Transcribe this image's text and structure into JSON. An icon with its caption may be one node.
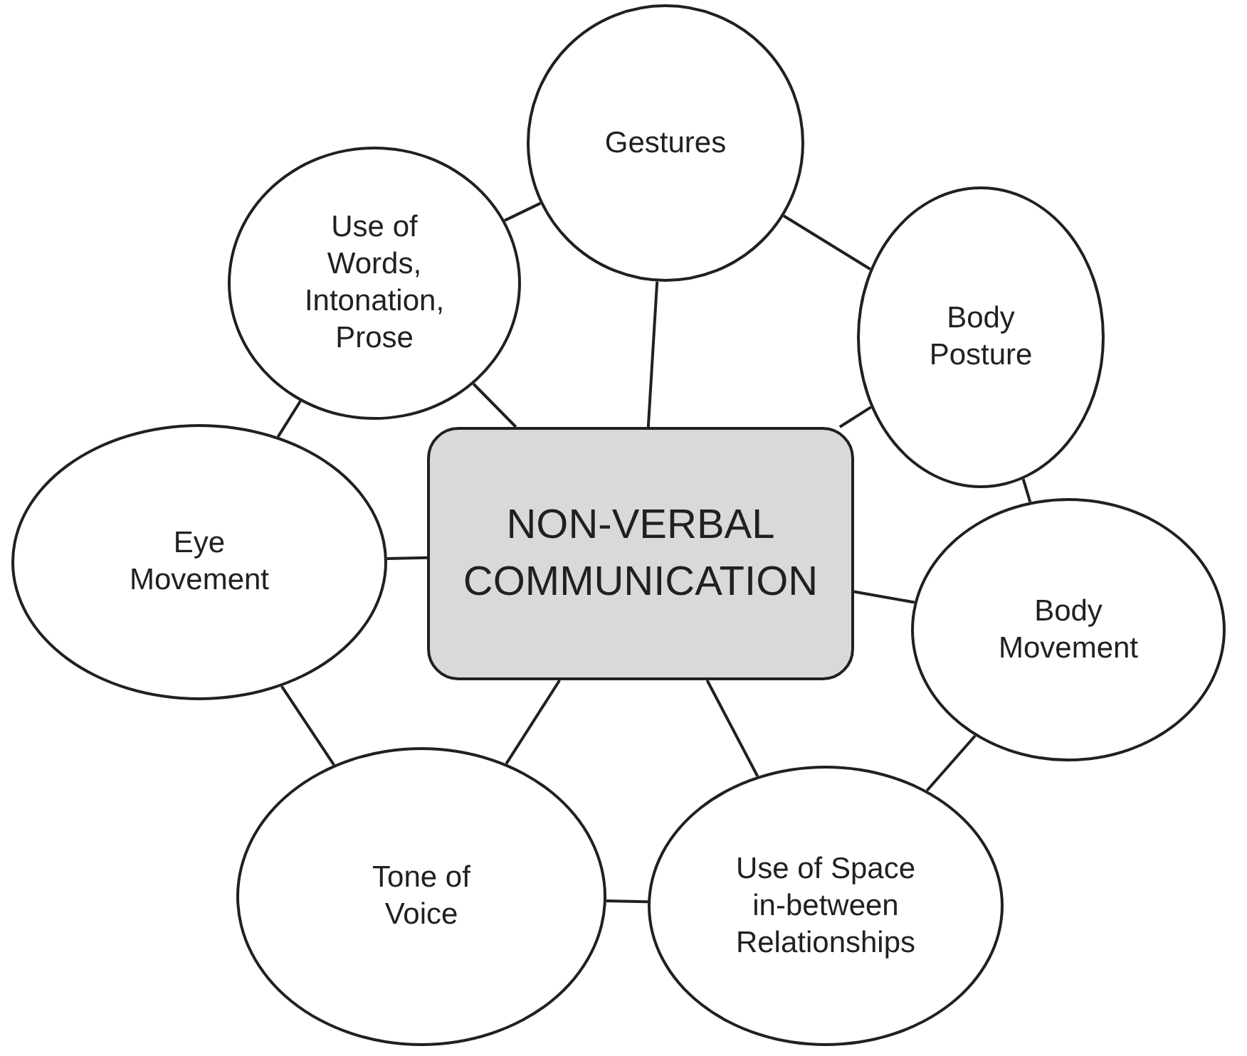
{
  "diagram": {
    "nodes": [
      {
        "text": [
          "NON-VERBAL COMMUNICATION"
        ]
      },
      {
        "text": [
          "Gestures"
        ]
      },
      {
        "text": [
          "Use of Words, Intonation, Prose"
        ]
      },
      {
        "text": [
          "Body Posture"
        ]
      },
      {
        "text": [
          "Eye Movement"
        ]
      },
      {
        "text": [
          "Body Movement"
        ]
      },
      {
        "text": [
          "Tone of Voice"
        ]
      },
      {
        "text": [
          "Use of Space in-between Relationships"
        ]
      }
    ],
    "edges": [
      {
        "from": 0,
        "to": 1,
        "arrow": "none"
      },
      {
        "from": 0,
        "to": 2,
        "arrow": "none"
      },
      {
        "from": 0,
        "to": 3,
        "arrow": "none"
      },
      {
        "from": 0,
        "to": 4,
        "arrow": "none"
      },
      {
        "from": 0,
        "to": 5,
        "arrow": "none"
      },
      {
        "from": 0,
        "to": 6,
        "arrow": "none"
      },
      {
        "from": 0,
        "to": 7,
        "arrow": "none"
      },
      {
        "from": 2,
        "to": 1,
        "arrow": "none"
      },
      {
        "from": 1,
        "to": 3,
        "arrow": "none"
      },
      {
        "from": 3,
        "to": 5,
        "arrow": "none"
      },
      {
        "from": 5,
        "to": 7,
        "arrow": "none"
      },
      {
        "from": 7,
        "to": 6,
        "arrow": "none"
      },
      {
        "from": 6,
        "to": 4,
        "arrow": "none"
      },
      {
        "from": 4,
        "to": 2,
        "arrow": "none"
      }
    ]
  }
}
